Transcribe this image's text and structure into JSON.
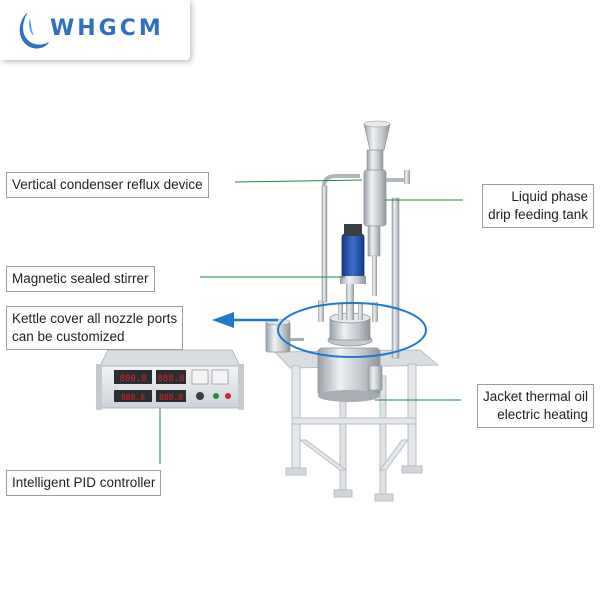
{
  "brand": {
    "name": "WHGCM",
    "logo_color": "#2f6fc4"
  },
  "callouts": {
    "condenser": {
      "lines": [
        "Vertical condenser reflux device"
      ]
    },
    "drip_tank": {
      "lines": [
        "Liquid phase",
        "drip feeding tank"
      ]
    },
    "stirrer": {
      "lines": [
        "Magnetic sealed stirrer"
      ]
    },
    "nozzles": {
      "lines": [
        "Kettle cover all nozzle ports",
        "can be customized"
      ]
    },
    "heating": {
      "lines": [
        "Jacket thermal oil",
        "electric heating"
      ]
    },
    "pid": {
      "lines": [
        "Intelligent PID controller"
      ]
    }
  },
  "controller": {
    "display_1": "800.0",
    "display_2": "888.8",
    "display_3": "888.8",
    "display_4": "888.8"
  },
  "colors": {
    "leader_line": "#1b8a3c",
    "highlight": "#1e7ad0",
    "steel": "#c8cdd2",
    "frame": "#e2e5e8",
    "motor": "#1f4fa8",
    "display": "#e02020"
  }
}
